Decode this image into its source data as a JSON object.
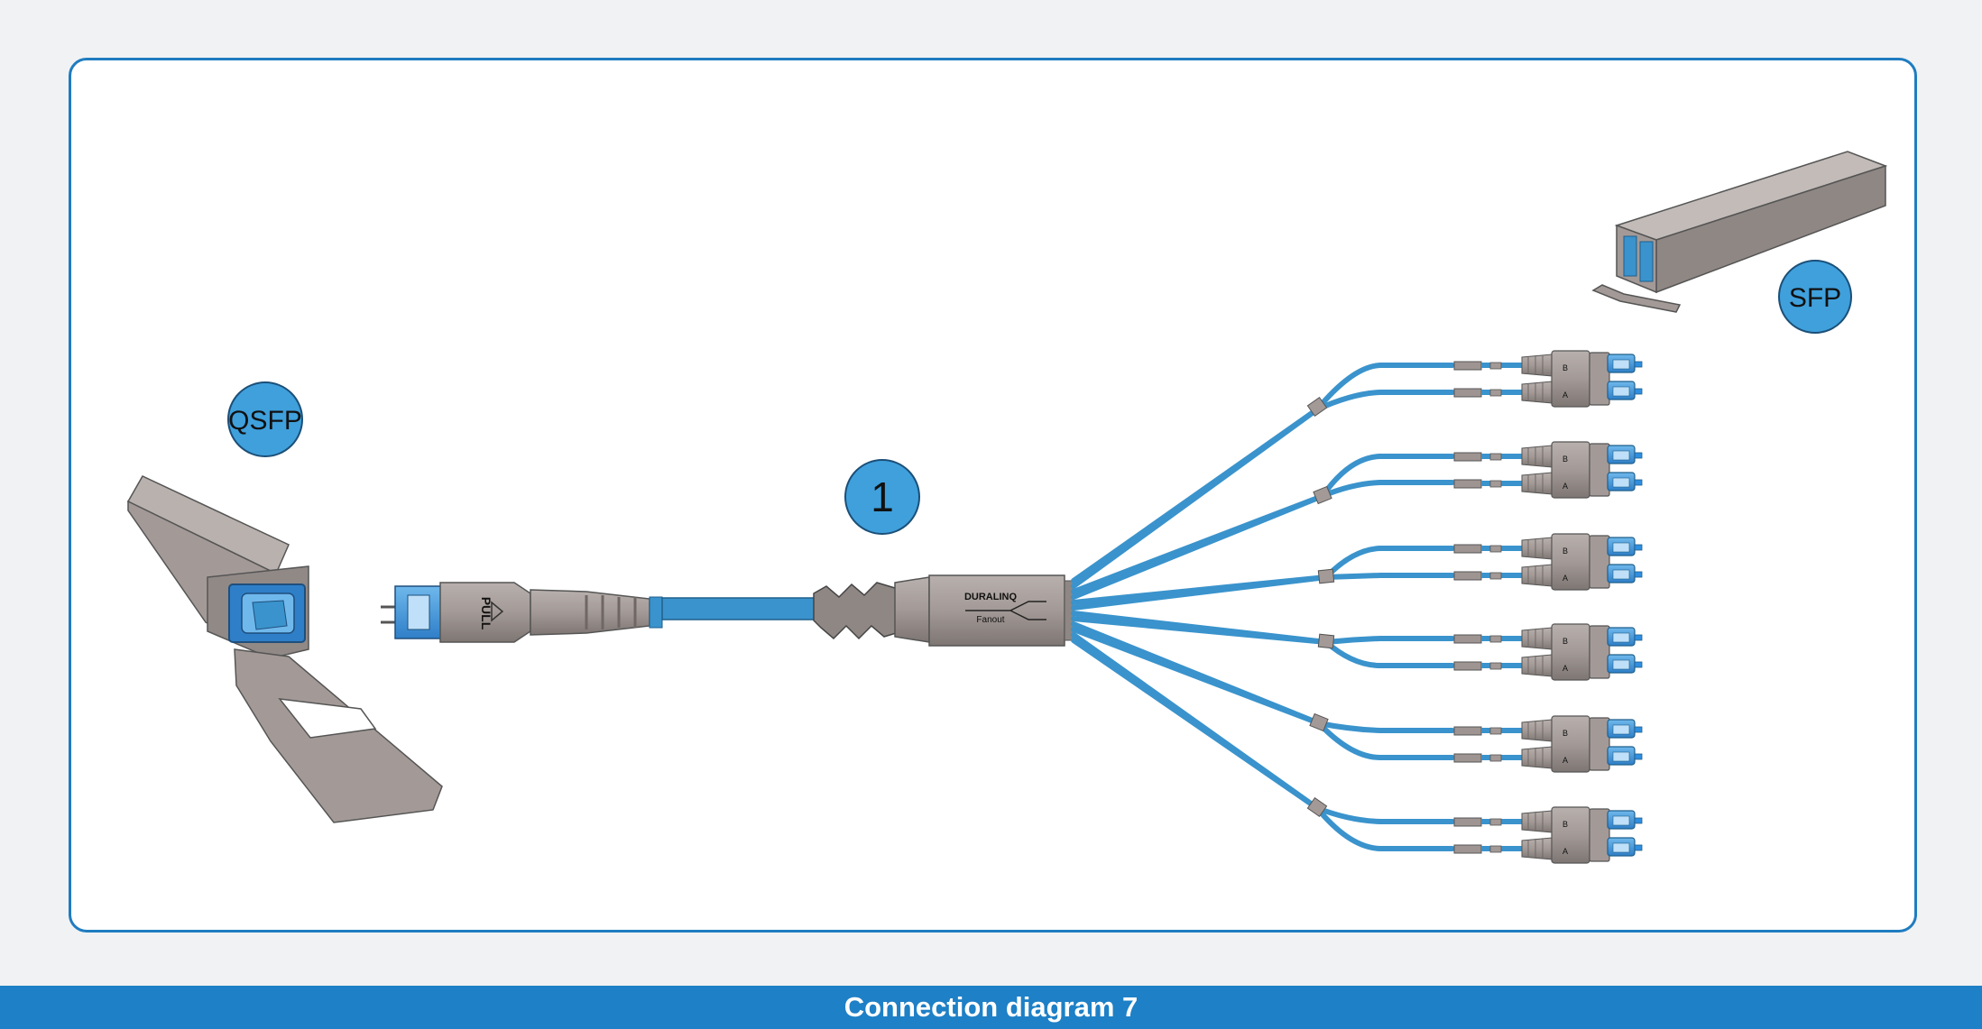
{
  "caption": "Connection diagram 7",
  "labels": {
    "qsfp": "QSFP",
    "sfp": "SFP",
    "cable_number": "1",
    "fanout_brand": "DURALINQ",
    "fanout_sub": "Fanout",
    "pull": "PULL",
    "duplex_b": "B",
    "duplex_a": "A"
  },
  "colors": {
    "frame_border": "#1f7cc0",
    "caption_bar": "#1e80c6",
    "fiber_blue": "#3a93cc",
    "fiber_dark": "#1f5f8c",
    "badge_blue": "#3fa0dc",
    "connector_gray": "#a39a97",
    "connector_dark": "#6f6764",
    "lc_blue": "#2f8ee0"
  },
  "icons": [
    "qsfp-module-icon",
    "sfp-module-icon",
    "mpo-connector-icon",
    "fanout-housing-icon",
    "lc-duplex-connector-icon"
  ]
}
